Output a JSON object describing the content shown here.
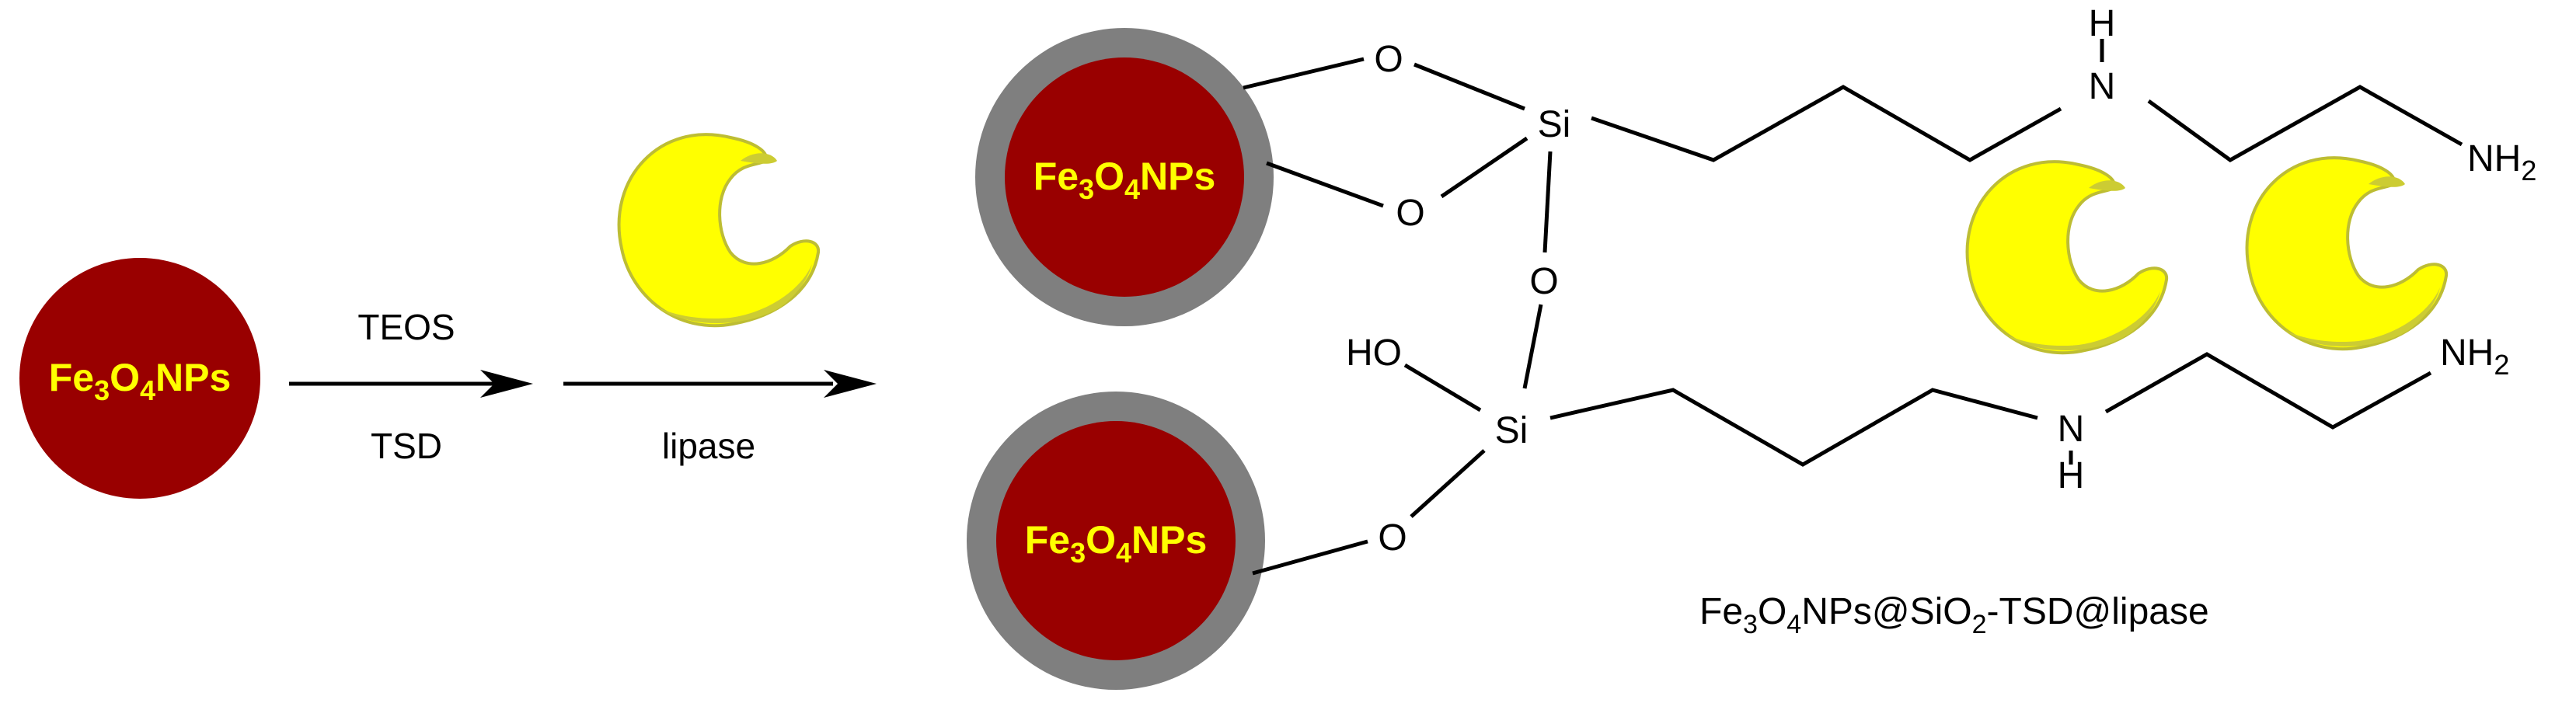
{
  "colors": {
    "core": "#990000",
    "shell": "#7f7f7f",
    "label": "#ffff00",
    "lipase_fill": "#ffff00",
    "lipase_shade": "#cccc33",
    "line": "#000000"
  },
  "particles": {
    "label_main": "Fe",
    "label_sub": "3",
    "label_o": "O",
    "label_sub2": "4",
    "label_tail": "NPs"
  },
  "reaction": {
    "step1_reagent_top": "TEOS",
    "step1_reagent_bottom": "TSD",
    "step2_reagent": "lipase"
  },
  "atoms": {
    "oxygen": "O",
    "silicon": "Si",
    "hydroxyl": "HO",
    "nitrogen": "N",
    "hydrogen": "H",
    "amine_main": "NH",
    "amine_sub": "2"
  },
  "product": {
    "p1": "Fe",
    "s1": "3",
    "p2": "O",
    "s2": "4",
    "p3": "NPs@SiO",
    "s3": "2",
    "p4": "-TSD@lipase"
  },
  "icons": [
    "lipase-enzyme-icon",
    "arrow-right-icon"
  ]
}
